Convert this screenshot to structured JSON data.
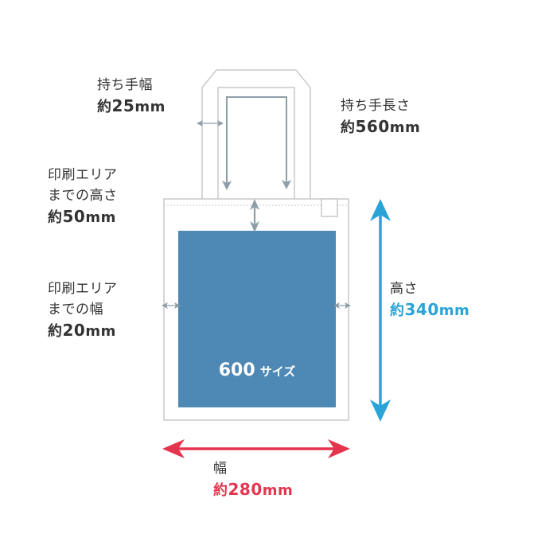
{
  "colors": {
    "outline": "#c9c9c9",
    "print_area": "#4e88b4",
    "small_arrow": "#8d9ea8",
    "height_arrow": "#2aa3d6",
    "width_arrow": "#e5344e",
    "text": "#333333"
  },
  "handle_width": {
    "title": "持ち手幅",
    "prefix": "約",
    "number": "25",
    "unit": "mm"
  },
  "handle_length": {
    "title": "持ち手長さ",
    "prefix": "約",
    "number": "560",
    "unit": "mm"
  },
  "print_top_offset": {
    "line1": "印刷エリア",
    "line2": "までの高さ",
    "prefix": "約",
    "number": "50",
    "unit": "mm"
  },
  "print_side_offset": {
    "line1": "印刷エリア",
    "line2": "までの幅",
    "prefix": "約",
    "number": "20",
    "unit": "mm"
  },
  "height": {
    "title": "高さ",
    "prefix": "約",
    "number": "340",
    "unit": "mm"
  },
  "width": {
    "title": "幅",
    "prefix": "約",
    "number": "280",
    "unit": "mm"
  },
  "print_area": {
    "number": "600",
    "unit": "サイズ"
  }
}
